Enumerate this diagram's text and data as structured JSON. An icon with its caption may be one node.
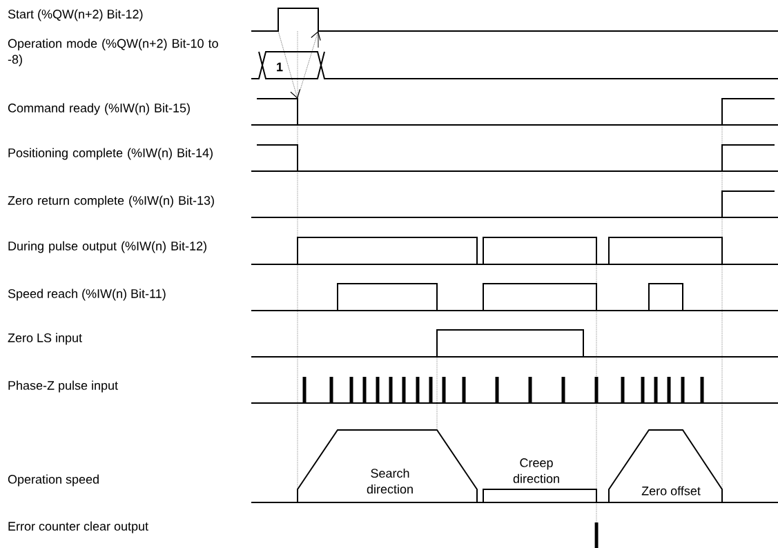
{
  "diagram": {
    "labels": [
      "Start (%QW(n+2) Bit-12)",
      "Operation mode (%QW(n+2) Bit-10 to -8)",
      "1",
      "Command ready (%IW(n) Bit-15)",
      "Positioning complete (%IW(n) Bit-14)",
      "Zero return complete (%IW(n) Bit-13)",
      "During pulse output (%IW(n) Bit-12)",
      "Speed reach (%IW(n) Bit-11)",
      "Zero LS input",
      "Phase-Z pulse input",
      "Creep direction",
      "Operation speed",
      "Search direction",
      "Zero offset",
      "Error counter clear output"
    ]
  }
}
